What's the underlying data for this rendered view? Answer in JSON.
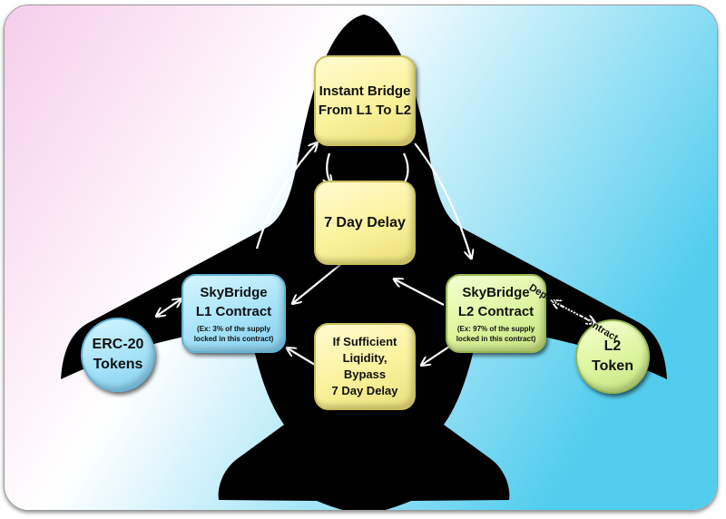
{
  "diagram": {
    "colors": {
      "background_left": "#f6cdea",
      "background_mid": "#ffffff",
      "background_right": "#53cdee",
      "airplane": "#000000",
      "arrows": "#ffffff",
      "yellow_box": "#fbf29c",
      "blue_box": "#a6e3f9",
      "green_box": "#dcf59f"
    },
    "shape": "airplane-icon",
    "nodes": {
      "instant_bridge": {
        "lines": [
          "Instant Bridge",
          "From L1 To L2"
        ]
      },
      "delay": {
        "lines": [
          "7 Day Delay"
        ]
      },
      "l1_contract": {
        "lines": [
          "SkyBridge",
          "L1 Contract"
        ],
        "note": [
          "(Ex: 3% of the supply",
          "locked in this contract)"
        ]
      },
      "l2_contract": {
        "lines": [
          "SkyBridge",
          "L2 Contract"
        ],
        "note": [
          "(Ex: 97% of the supply",
          "locked in this contract)"
        ]
      },
      "bypass": {
        "lines": [
          "If Sufficient",
          "Liqidity,",
          "Bypass",
          "7 Day Delay"
        ]
      },
      "erc20": {
        "lines": [
          "ERC-20",
          "Tokens"
        ]
      },
      "l2_token": {
        "lines": [
          "L2",
          "Token"
        ]
      }
    },
    "edge_label": "Deposit Into Contract"
  }
}
